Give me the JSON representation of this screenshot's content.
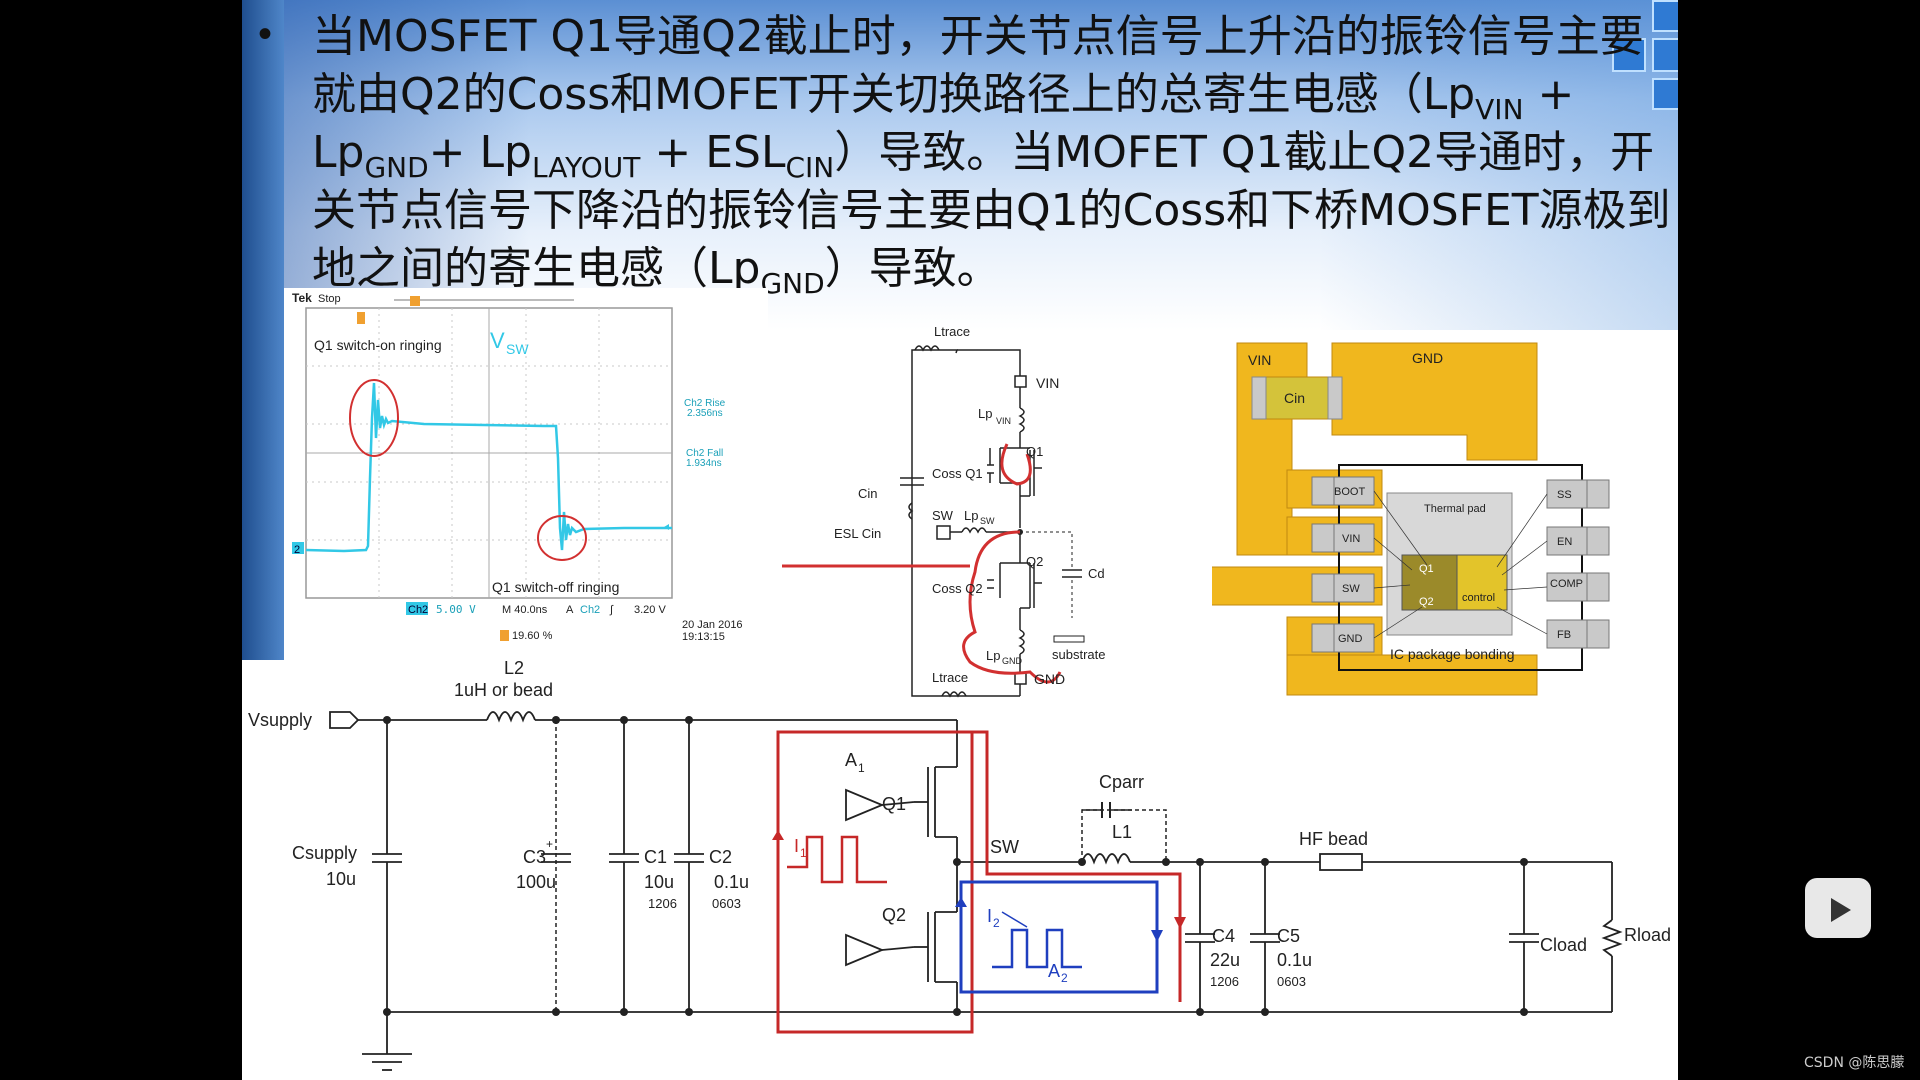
{
  "slide": {
    "bullet": "•",
    "paragraph": {
      "p1": "当MOSFET Q1导通Q2截止时，开关节点信号上升沿的振铃信号主要就由Q2的Coss和MOFET开关切换路径上的总寄生电感（Lp",
      "sub_vin": "VIN",
      "p2": " + Lp",
      "sub_gnd": "GND",
      "p3": "+ Lp",
      "sub_layout": "LAYOUT",
      "p4": " + ESL",
      "sub_cin": "CIN",
      "p5": "）导致。当MOFET Q1截止Q2导通时，开关节点信号下降沿的振铃信号主要由Q1的Coss和下桥MOSFET源极到地之间的寄生电感（Lp",
      "sub_gnd2": "GND",
      "p6": "）导致。"
    }
  },
  "scope": {
    "brand": "Tek",
    "state": "Stop",
    "label_on": "Q1 switch-on ringing",
    "label_off": "Q1 switch-off ringing",
    "vsw": "V",
    "vsw_sub": "SW",
    "rise_label": "Ch2 Rise",
    "rise_value": "2.356ns",
    "fall_label": "Ch2 Fall",
    "fall_value": "1.934ns",
    "ch_marker": "2",
    "ch_badge": "Ch2",
    "volts": "5.00 V",
    "timebase": "M 40.0ns",
    "trig_a": "A",
    "trig_ch": "Ch2",
    "trig_slope": "∫",
    "trig_level": "3.20 V",
    "position": "19.60 %",
    "date": "20 Jan  2016",
    "time": "19:13:15"
  },
  "parasitic": {
    "ltrace_top": "Ltrace",
    "vin": "VIN",
    "lp": "Lp",
    "lp_vin_sub": "VIN",
    "q1": "Q1",
    "coss_q1": "Coss Q1",
    "cin": "Cin",
    "sw": "SW",
    "lp_sw": "Lp",
    "lp_sw_sub": "SW",
    "esl_cin": "ESL Cin",
    "q2": "Q2",
    "cd": "Cd",
    "coss_q2": "Coss Q2",
    "lp_gnd": "Lp",
    "lp_gnd_sub": "GND",
    "substrate": "substrate",
    "gnd": "GND",
    "ltrace_bottom": "Ltrace"
  },
  "package": {
    "vin": "VIN",
    "gnd": "GND",
    "cin": "Cin",
    "boot": "BOOT",
    "thermal": "Thermal pad",
    "ss": "SS",
    "pin_vin": "VIN",
    "en": "EN",
    "q1": "Q1",
    "comp": "COMP",
    "pin_sw": "SW",
    "q2": "Q2",
    "control": "control",
    "pin_gnd": "GND",
    "fb": "FB",
    "bonding": "IC package bonding"
  },
  "buck": {
    "vsupply": "Vsupply",
    "l2": "L2",
    "l2_value": "1uH or bead",
    "csupply": "Csupply",
    "csupply_value": "10u",
    "c3": "C3",
    "c3_plus": "+",
    "c3_value": "100u",
    "c1": "C1",
    "c1_value": "10u",
    "c1_pkg": "1206",
    "c2": "C2",
    "c2_value": "0.1u",
    "c2_pkg": "0603",
    "a1": "A",
    "a1_sub": "1",
    "q1": "Q1",
    "q2": "Q2",
    "i1": "I",
    "i1_sub": "1",
    "i2": "I",
    "i2_sub": "2",
    "a2": "A",
    "a2_sub": "2",
    "sw": "SW",
    "cparr": "Cparr",
    "l1": "L1",
    "hf_bead": "HF bead",
    "c4": "C4",
    "c4_value": "22u",
    "c4_pkg": "1206",
    "c5": "C5",
    "c5_value": "0.1u",
    "c5_pkg": "0603",
    "cload": "Cload",
    "rload": "Rload"
  },
  "overlay": {
    "watermark": "CSDN @陈思朦",
    "play_icon": "play-icon"
  },
  "colors": {
    "trace": "#32c8e6",
    "annotation_red": "#d23030",
    "loop_blue": "#1f3fbf",
    "pcb_yellow": "#f0b71e",
    "pin_gray": "#c9c9c9"
  }
}
